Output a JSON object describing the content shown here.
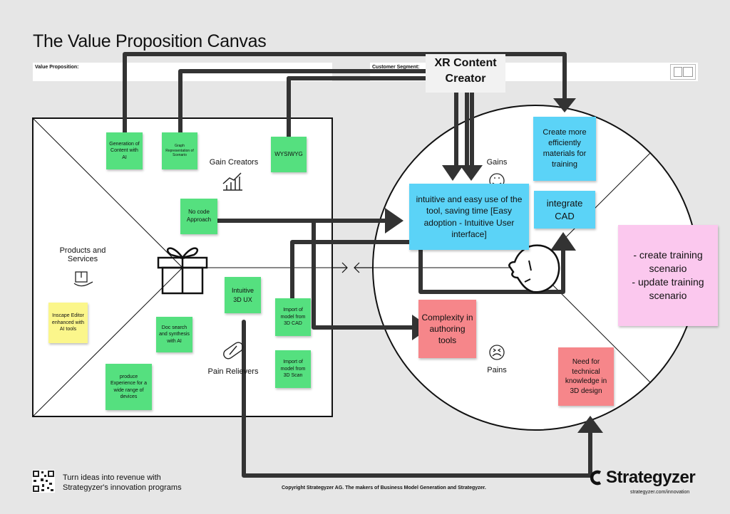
{
  "canvas": {
    "title": "The Value Proposition Canvas",
    "value_proposition_label": "Value Proposition:",
    "customer_segment_label": "Customer Segment:",
    "customer_segment_name": "XR Content Creator"
  },
  "value_map": {
    "gain_creators_label": "Gain Creators",
    "products_services_label": "Products and Services",
    "pain_relievers_label": "Pain Relievers",
    "notes": [
      {
        "text": "Generation of Content with AI"
      },
      {
        "text": "Graph Representation of Scenario"
      },
      {
        "text": "WYSIWYG"
      },
      {
        "text": "No code Approach"
      },
      {
        "text": "Inscape Editor enhanced with AI tools"
      },
      {
        "text": "Intuitive 3D UX"
      },
      {
        "text": "Import of model from 3D CAD"
      },
      {
        "text": "Doc search and synthesis with AI"
      },
      {
        "text": "Import of model from 3D Scan"
      },
      {
        "text": "produce Experience for a wide range of devices"
      }
    ]
  },
  "customer_profile": {
    "gains_label": "Gains",
    "pains_label": "Pains",
    "notes": [
      {
        "text": "Create more efficiently materials for training"
      },
      {
        "text": "intuitive and easy use of the tool, saving time [Easy adoption - Intuitive User interface]"
      },
      {
        "text": "integrate CAD"
      },
      {
        "text": "Complexity in authoring tools"
      },
      {
        "text": "Need for technical knowledge in 3D design"
      }
    ],
    "jobs_note": "- create training scenario\n- update training scenario"
  },
  "footer": {
    "tagline_line1": "Turn ideas into revenue with",
    "tagline_line2": "Strategyzer's innovation programs",
    "copyright": "Copyright Strategyzer AG. The makers of Business Model Generation and Strategyzer.",
    "brand": "Strategyzer",
    "url": "strategyzer.com/innovation"
  },
  "colors": {
    "background": "#e6e6e6",
    "green_note": "#55e07f",
    "yellow_note": "#fbf68b",
    "blue_note": "#5bd3f7",
    "red_note": "#f6868a",
    "pink_note": "#fbc8ee"
  },
  "icons": [
    "growth-chart-icon",
    "gift-icon",
    "product-box-icon",
    "pill-icon",
    "smiley-icon",
    "sad-face-icon",
    "customer-face-icon",
    "qr-code-icon",
    "strategyzer-logo-icon"
  ]
}
